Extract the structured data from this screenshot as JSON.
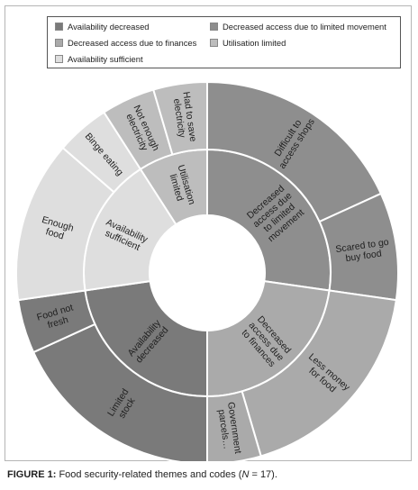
{
  "chart_data": {
    "type": "sunburst",
    "legend": {
      "placement": "top",
      "entries": [
        {
          "name": "Availability decreased",
          "color": "#7a7a7a"
        },
        {
          "name": "Decreased access due to limited movement",
          "color": "#8e8e8e"
        },
        {
          "name": "Decreased access due to finances",
          "color": "#aaaaaa"
        },
        {
          "name": "Utilisation limited",
          "color": "#bdbdbd"
        },
        {
          "name": "Availability sufficient",
          "color": "#dedede"
        }
      ]
    },
    "themes": [
      {
        "name": "Decreased access due to limited movement",
        "display": "Decreased\naccess due\nto limited\nmovement",
        "color": "#8e8e8e",
        "codes": [
          {
            "name": "Difficult to access shops",
            "display": "Difficult to\naccess shops",
            "value": 4
          },
          {
            "name": "Scared to go buy food",
            "display": "Scared to go\nbuy food",
            "value": 2
          }
        ]
      },
      {
        "name": "Decreased access due to finances",
        "display": "Decreased\naccess due\nto finances",
        "color": "#aaaaaa",
        "codes": [
          {
            "name": "Less money for food",
            "display": "Less money\nfor food",
            "value": 4
          },
          {
            "name": "Government parcels…",
            "display": "Government\nparcels…",
            "value": 1
          }
        ]
      },
      {
        "name": "Availability decreased",
        "display": "Availability\ndecreased",
        "color": "#7a7a7a",
        "codes": [
          {
            "name": "Limited stock",
            "display": "Limited\nstock",
            "value": 4
          },
          {
            "name": "Food not fresh",
            "display": "Food not\nfresh",
            "value": 1
          }
        ]
      },
      {
        "name": "Availability sufficient",
        "display": "Availability\nsufficient",
        "color": "#dedede",
        "codes": [
          {
            "name": "Enough food",
            "display": "Enough\nfood",
            "value": 3
          },
          {
            "name": "Binge eating",
            "display": "Binge eating",
            "value": 1
          }
        ]
      },
      {
        "name": "Utilisation limited",
        "display": "Utilisation\nlimited",
        "color": "#bdbdbd",
        "codes": [
          {
            "name": "Not enough electricity",
            "display": "Not enough\nelectricity",
            "value": 1
          },
          {
            "name": "Had to save electricity",
            "display": "Had to save\nelectricity",
            "value": 1
          }
        ]
      }
    ]
  },
  "caption": {
    "label": "FIGURE 1:",
    "text_before_n": " Food security-related themes and codes (",
    "n_symbol": "N",
    "text_after_n": " = 17)."
  }
}
